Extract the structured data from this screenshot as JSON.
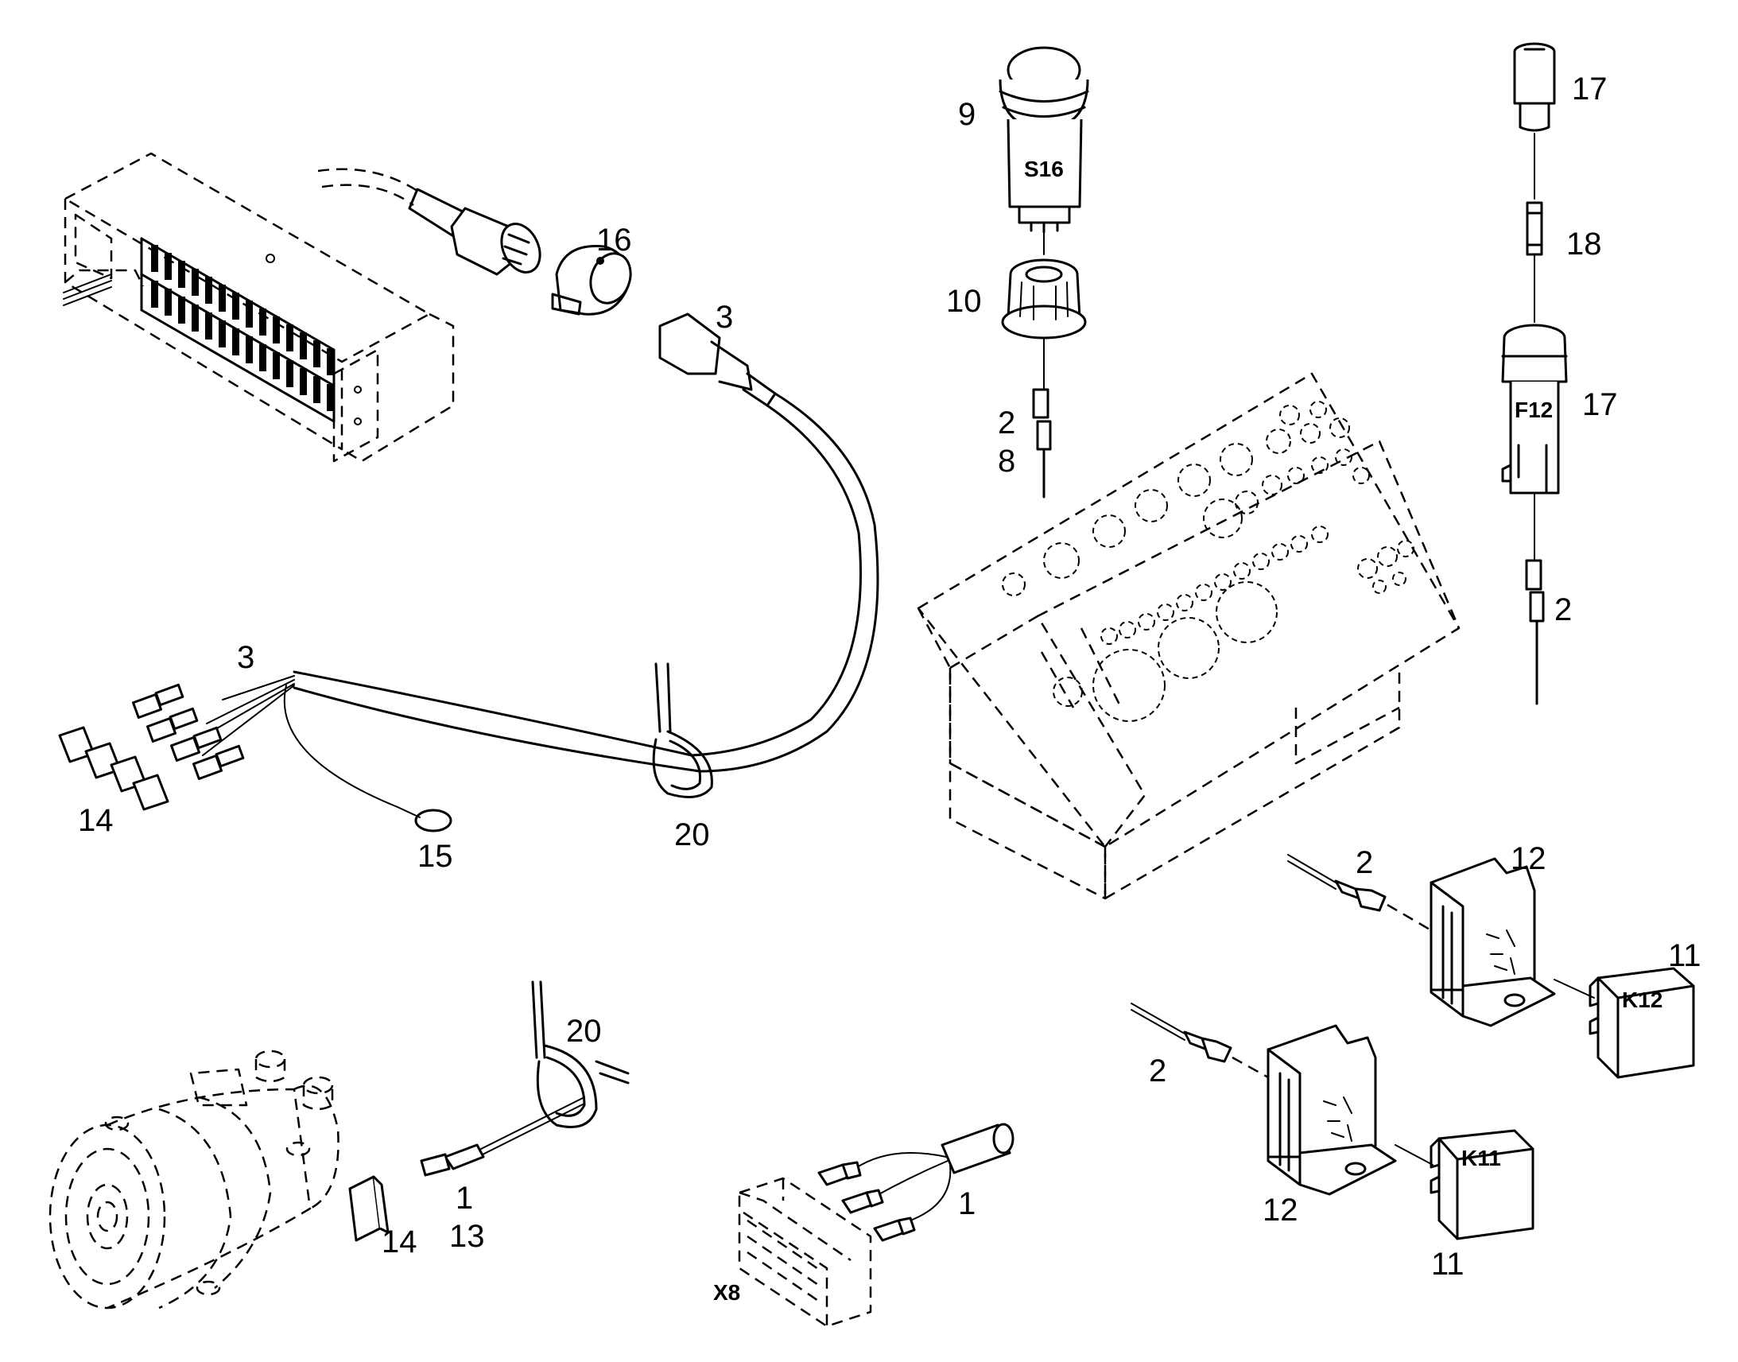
{
  "callouts": {
    "c16": "16",
    "c3a": "3",
    "c3b": "3",
    "c14a": "14",
    "c15": "15",
    "c20a": "20",
    "c9": "9",
    "c10": "10",
    "c2a": "2",
    "c8": "8",
    "c17a": "17",
    "c18": "18",
    "c17b": "17",
    "c2b": "2",
    "c2c": "2",
    "c12a": "12",
    "c11a": "11",
    "c2d": "2",
    "c12b": "12",
    "c11b": "11",
    "c20b": "20",
    "c1a": "1",
    "c13": "13",
    "c14b": "14",
    "c1b": "1"
  },
  "codes": {
    "s16": "S16",
    "f12": "F12",
    "k12": "K12",
    "k11": "K11",
    "x8": "X8"
  }
}
